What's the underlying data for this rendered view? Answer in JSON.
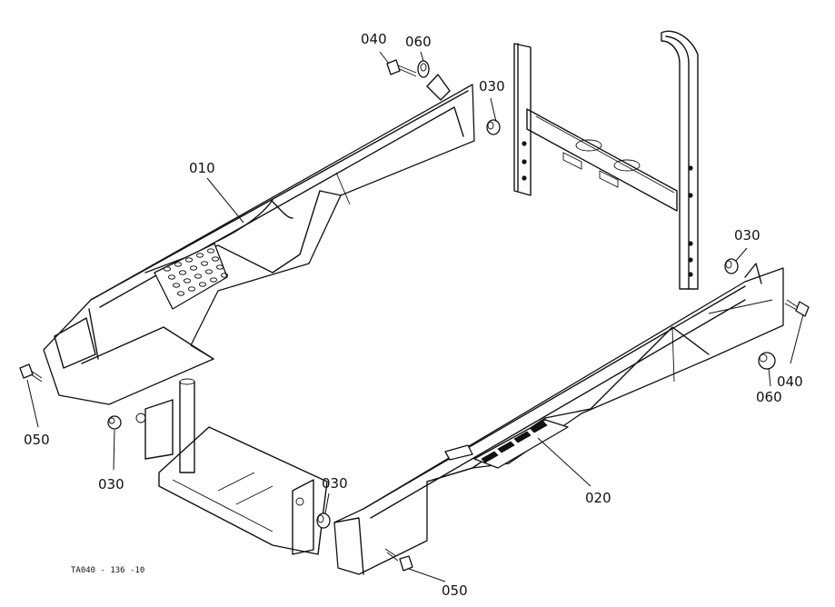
{
  "callouts": {
    "p010": "010",
    "p020": "020",
    "p030_tr": "030",
    "p030_top": "030",
    "p030_left": "030",
    "p030_mid": "030",
    "p040_top": "040",
    "p040_right": "040",
    "p050_left": "050",
    "p050_bottom": "050",
    "p060_top": "060",
    "p060_right": "060"
  },
  "figure_code": "TA040 - 136 -10"
}
